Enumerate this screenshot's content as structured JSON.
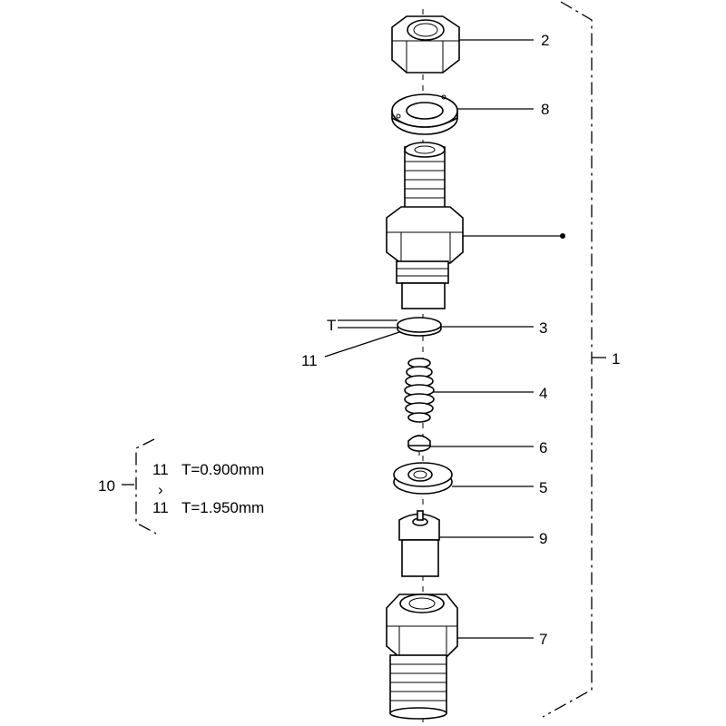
{
  "diagram": {
    "callouts": {
      "nut_top": "2",
      "washer": "8",
      "shim": "3",
      "shim_note": "11",
      "spring": "4",
      "spacer_pin": "6",
      "seat": "5",
      "valve": "9",
      "cap_nut": "7",
      "assembly": "1",
      "shim_range": "10"
    },
    "shim_symbol": "T",
    "shim_range_note": {
      "min_part": "11",
      "min_value": "T=0.900mm",
      "connector": "›",
      "max_part": "11",
      "max_value": "T=1.950mm"
    }
  }
}
